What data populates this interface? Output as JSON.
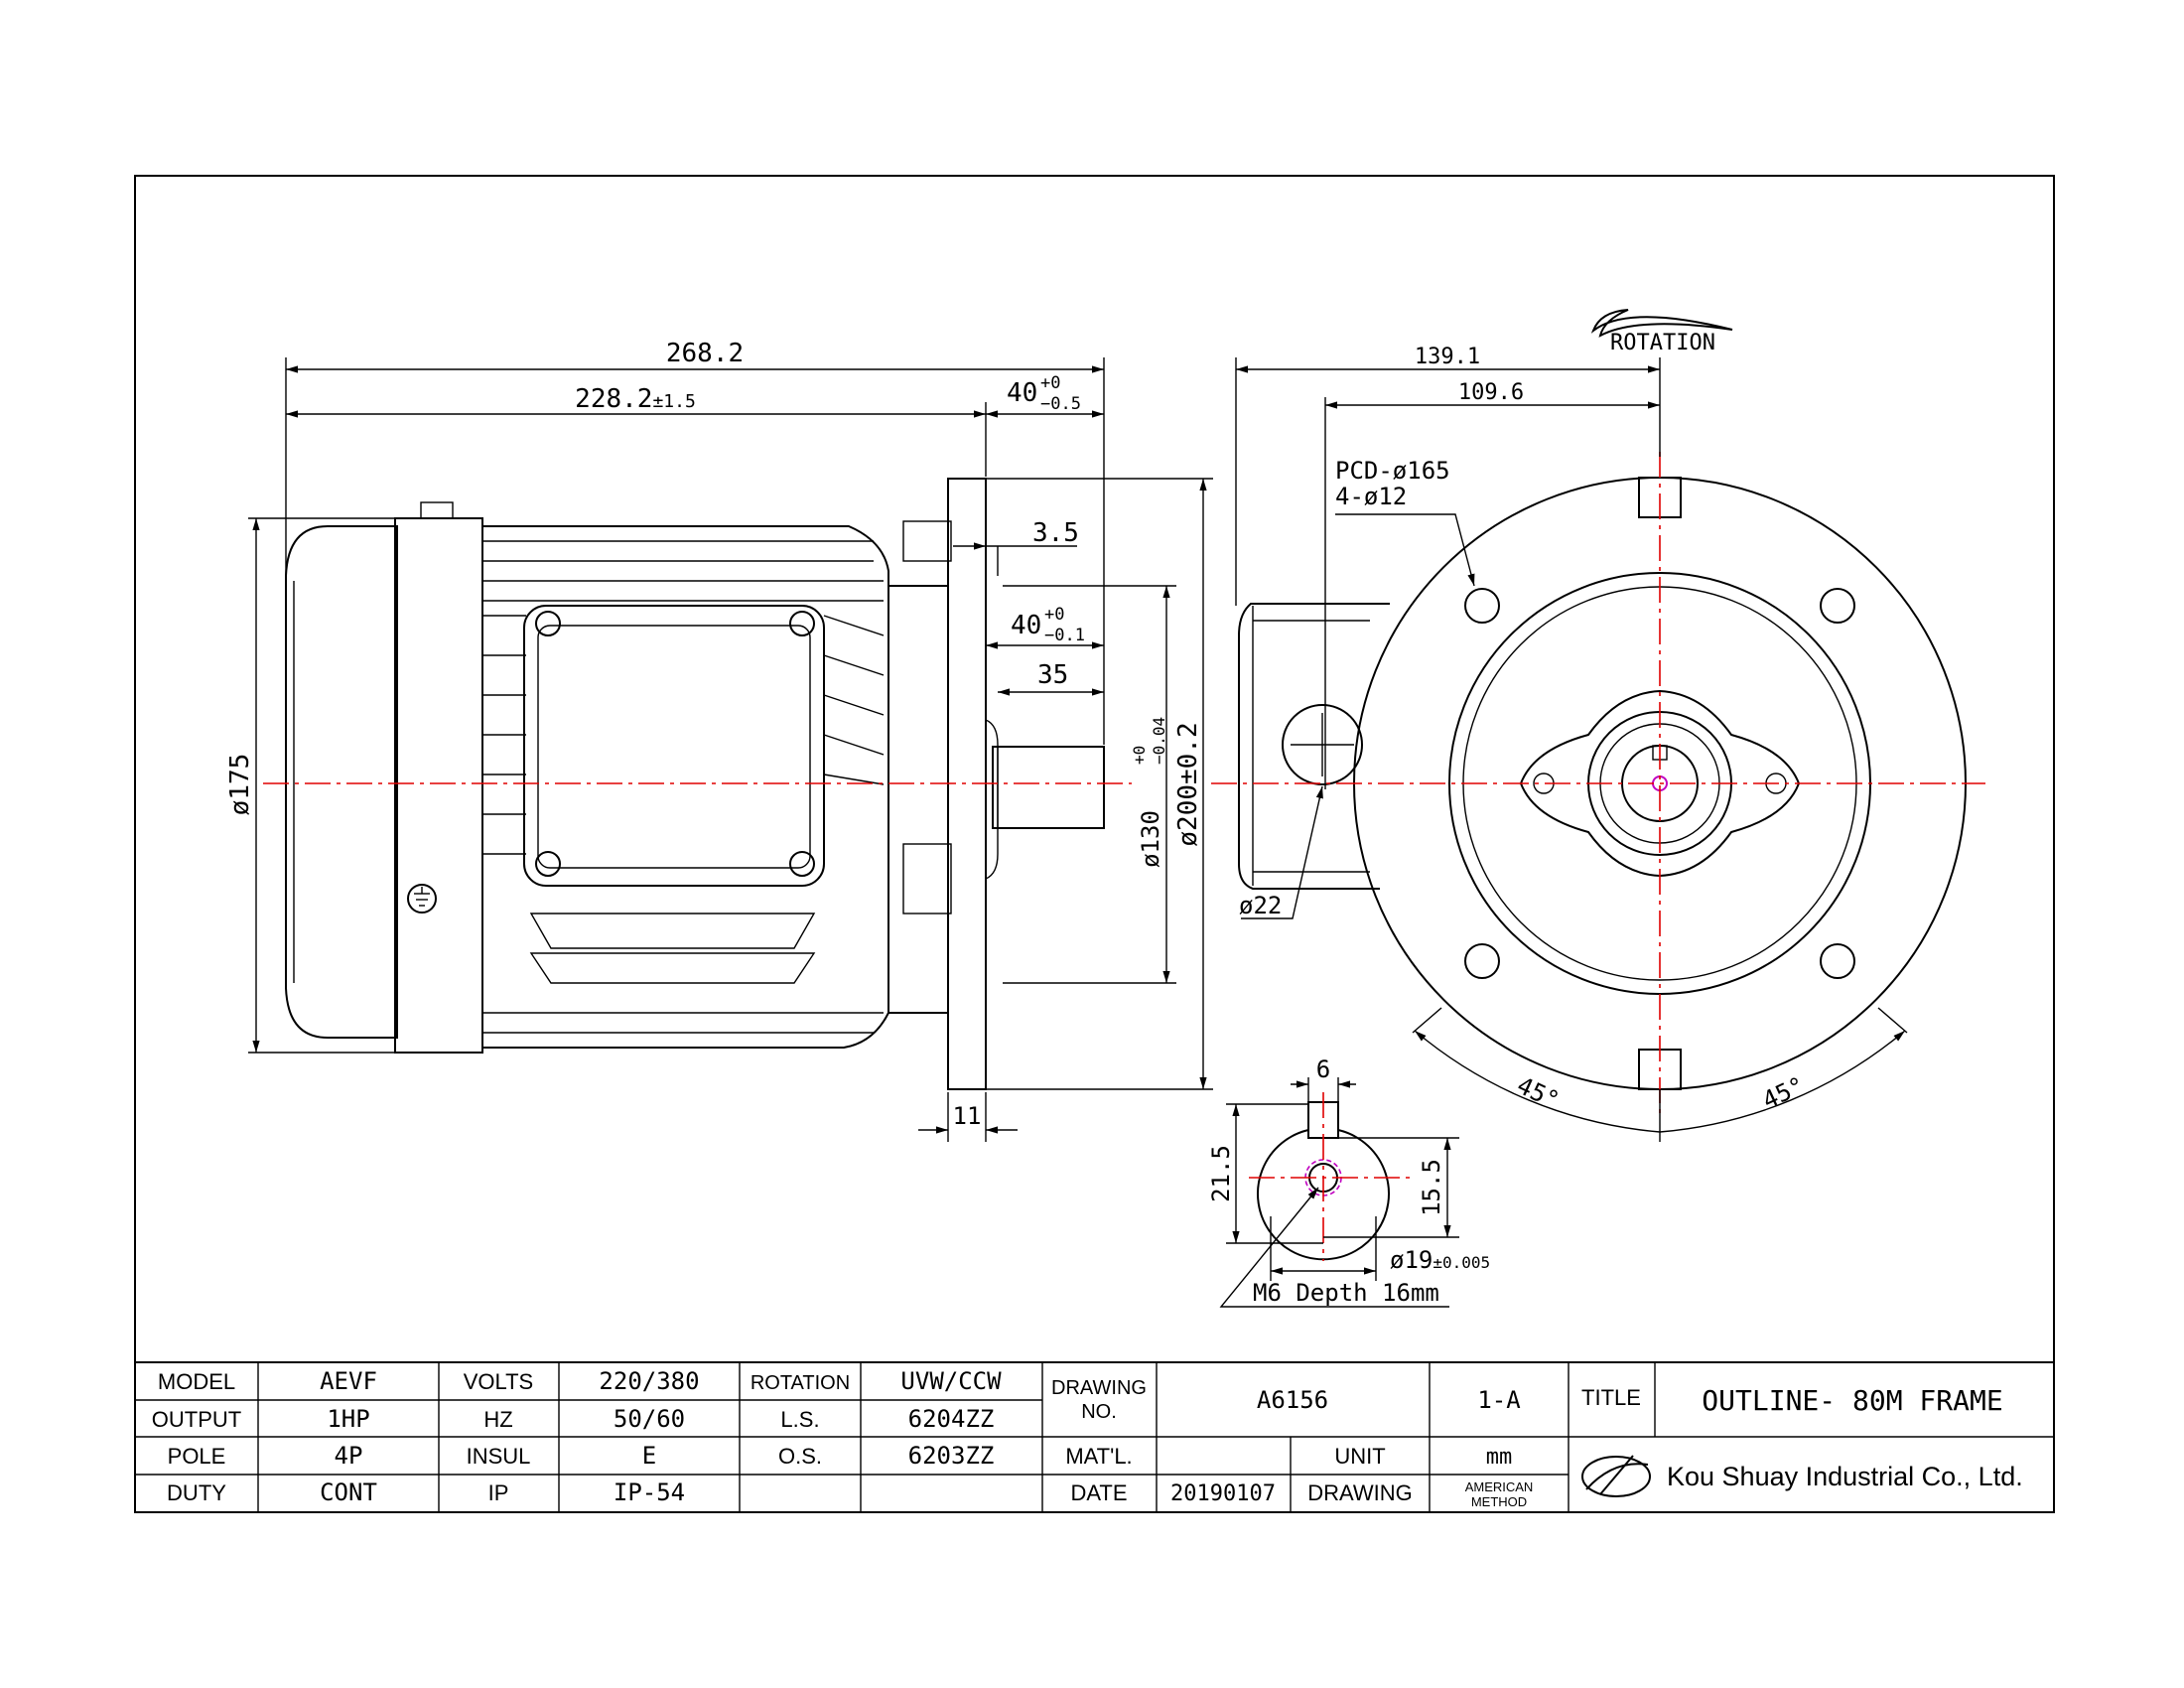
{
  "dimensions": {
    "overall_length": "268.2",
    "body_length": "228.2",
    "body_length_tol": "±1.5",
    "shaft_ext": "40",
    "shaft_ext_tol_upper": "+0",
    "shaft_ext_tol_lower": "−0.5",
    "flange_thk": "3.5",
    "shaft_len": "40",
    "shaft_len_tol_upper": "+0",
    "shaft_len_tol_lower": "−0.1",
    "key_len": "35",
    "frame_dia": "ø175",
    "spigot_dia": "ø130",
    "spigot_tol_upper": "+0",
    "spigot_tol_lower": "−0.04",
    "flange_dia": "ø200±0.2",
    "spigot_depth": "11",
    "width_total": "139.1",
    "width_box": "109.6",
    "pcd": "PCD-ø165",
    "holes": "4-ø12",
    "gland": "ø22",
    "rotation": "ROTATION",
    "angle_left": "45°",
    "angle_right": "45°",
    "key_width": "6",
    "shaft_height": "21.5",
    "shaft_hole": "15.5",
    "shaft_dia": "ø19",
    "shaft_dia_tol": "±0.005",
    "tap": "M6 Depth 16mm"
  },
  "title_block": {
    "model_label": "MODEL",
    "model": "AEVF",
    "output_label": "OUTPUT",
    "output": "1HP",
    "pole_label": "POLE",
    "pole": "4P",
    "duty_label": "DUTY",
    "duty": "CONT",
    "volts_label": "VOLTS",
    "volts": "220/380",
    "hz_label": "HZ",
    "hz": "50/60",
    "insul_label": "INSUL",
    "insul": "E",
    "ip_label": "IP",
    "ip": "IP-54",
    "rotation_label": "ROTATION",
    "rotation": "UVW/CCW",
    "ls_label": "L.S.",
    "ls": "6204ZZ",
    "os_label": "O.S.",
    "os": "6203ZZ",
    "drawing_no_label_1": "DRAWING",
    "drawing_no_label_2": "NO.",
    "drawing_no": "A6156",
    "revision": "1-A",
    "matl_label": "MAT'L.",
    "unit_label": "UNIT",
    "unit": "mm",
    "date_label": "DATE",
    "date": "20190107",
    "drawing_label": "DRAWING",
    "method_1": "AMERICAN",
    "method_2": "METHOD",
    "title_label": "TITLE",
    "title": "OUTLINE- 80M FRAME",
    "company": "Kou Shuay Industrial Co., Ltd."
  },
  "colors": {
    "line": "#000000",
    "centerline": "#e00000",
    "tap": "#c000c0"
  }
}
